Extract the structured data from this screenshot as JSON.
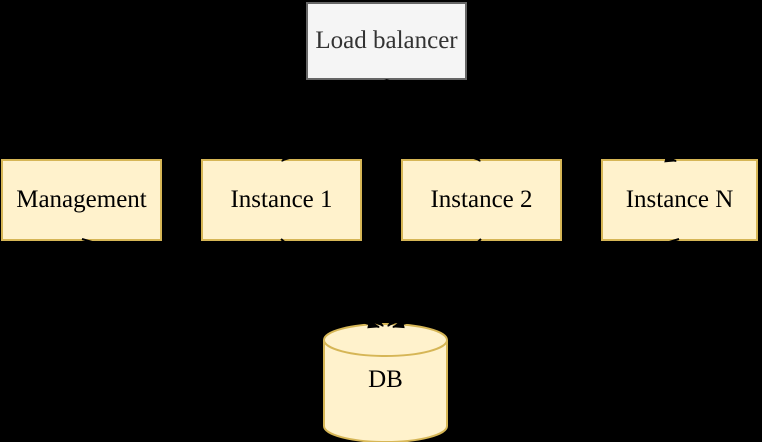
{
  "diagram": {
    "background_color": "#000000",
    "edge_color": "#000000",
    "nodes": {
      "load_balancer": {
        "label": "Load balancer",
        "shape": "rectangle",
        "fill": "#f5f5f5",
        "stroke": "#666666",
        "text_color": "#333333"
      },
      "management": {
        "label": "Management",
        "shape": "rectangle",
        "fill": "#fff2cc",
        "stroke": "#d6b656",
        "text_color": "#000000"
      },
      "instance_1": {
        "label": "Instance 1",
        "shape": "rectangle",
        "fill": "#fff2cc",
        "stroke": "#d6b656",
        "text_color": "#000000"
      },
      "instance_2": {
        "label": "Instance 2",
        "shape": "rectangle",
        "fill": "#fff2cc",
        "stroke": "#d6b656",
        "text_color": "#000000"
      },
      "instance_n": {
        "label": "Instance N",
        "shape": "rectangle",
        "fill": "#fff2cc",
        "stroke": "#d6b656",
        "text_color": "#000000"
      },
      "db": {
        "label": "DB",
        "shape": "cylinder",
        "fill": "#fff2cc",
        "stroke": "#d6b656",
        "text_color": "#000000"
      }
    },
    "edges": [
      {
        "from": "load_balancer",
        "to": "instance_1"
      },
      {
        "from": "load_balancer",
        "to": "instance_2"
      },
      {
        "from": "load_balancer",
        "to": "instance_n"
      },
      {
        "from": "management",
        "to": "db"
      },
      {
        "from": "instance_1",
        "to": "db"
      },
      {
        "from": "instance_2",
        "to": "db"
      },
      {
        "from": "instance_n",
        "to": "db"
      }
    ]
  }
}
